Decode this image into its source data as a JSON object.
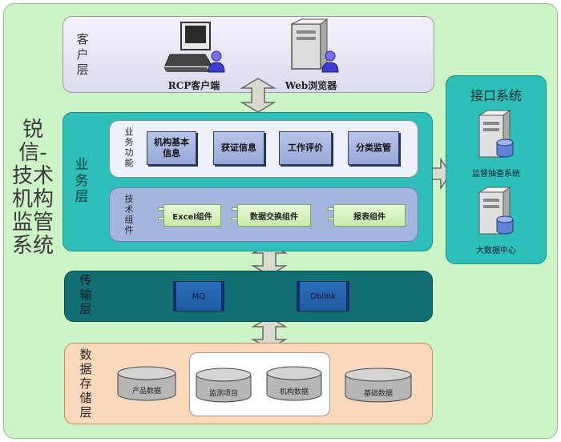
{
  "system_title": "锐信-技术机构监管系统",
  "client_layer": {
    "label": "客户层",
    "items": [
      "RCP客户端",
      "Web浏览器"
    ]
  },
  "business_layer": {
    "label": "业务层",
    "functions_label": "业务功能",
    "functions": [
      "机构基本信息",
      "获证信息",
      "工作评价",
      "分类监管"
    ],
    "components_label": "技术组件",
    "components": [
      "Excel组件",
      "数据交换组件",
      "报表组件"
    ]
  },
  "transport_layer": {
    "label": "传输层",
    "items": [
      "MQ",
      "Dblink"
    ]
  },
  "storage_layer": {
    "label": "数据存储层",
    "databases": [
      "产品数据",
      "监测项目",
      "机构数据",
      "基础数据"
    ]
  },
  "interface_system": {
    "title": "接口系统",
    "items": [
      "监督抽查系统",
      "大数据中心"
    ]
  },
  "colors": {
    "background": "#cdf4c6",
    "business": "#2ebfb9",
    "transport": "#116e72",
    "storage": "#fbd9bd"
  }
}
